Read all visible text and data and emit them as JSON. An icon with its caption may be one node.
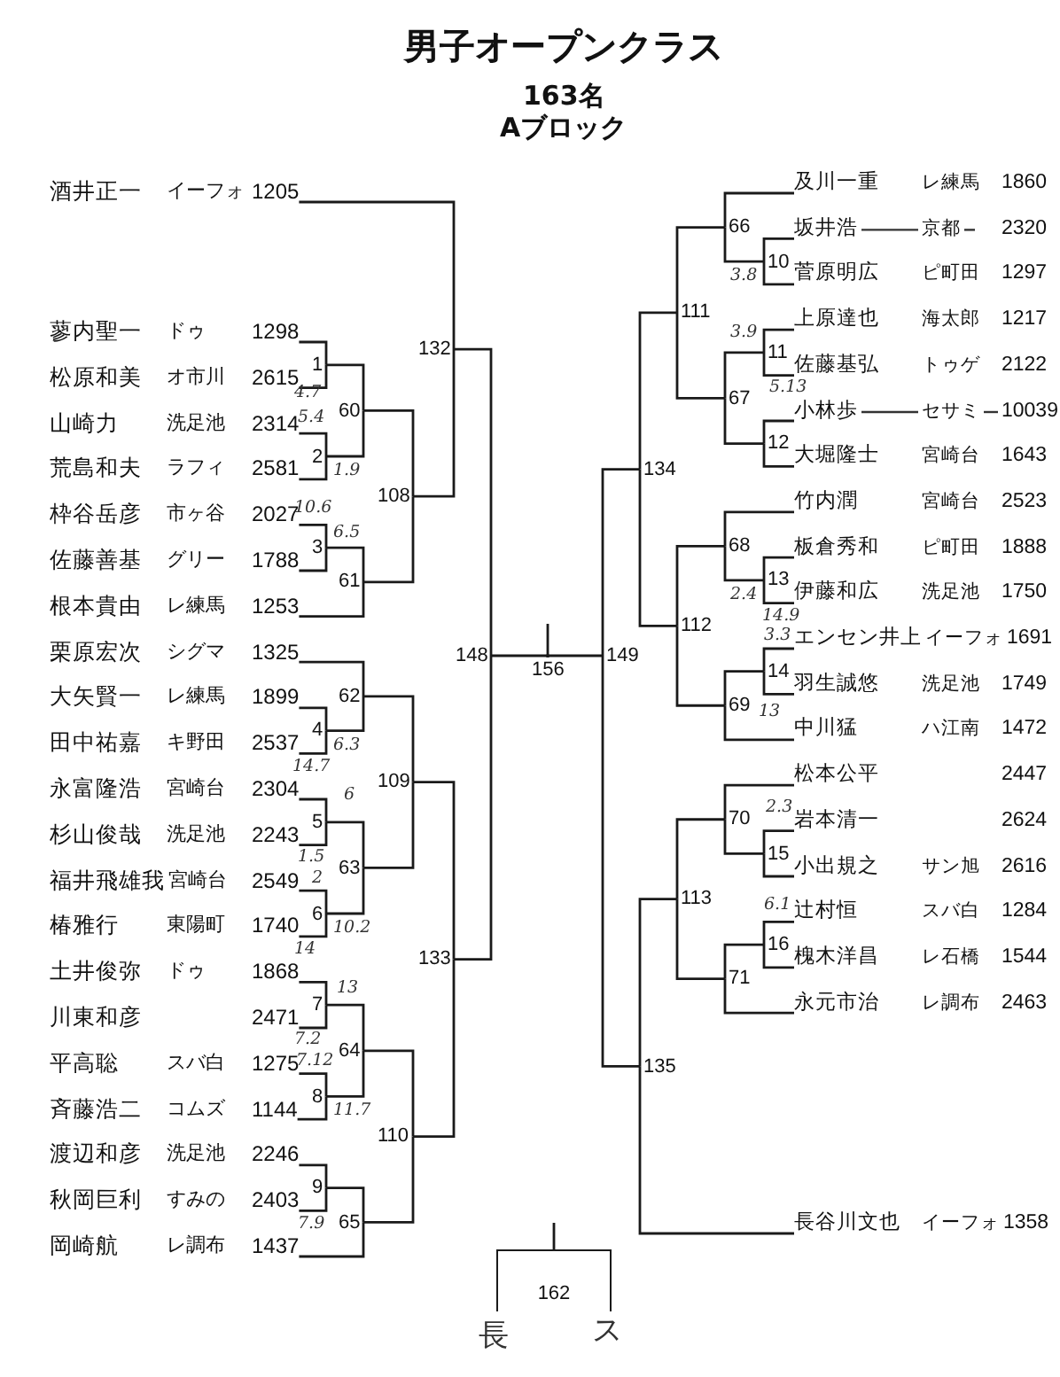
{
  "diagram": {
    "title": "男子オープンクラス",
    "nodes": [
      {
        "text": [
          "酒井正一",
          "イーフォ",
          "1205"
        ]
      },
      {
        "text": [
          "蓼内聖一",
          "ドゥ",
          "1298"
        ]
      },
      {
        "text": [
          "松原和美",
          "オ市川",
          "2615"
        ]
      },
      {
        "text": [
          "山崎力",
          "洗足池",
          "2314"
        ]
      },
      {
        "text": [
          "荒島和夫",
          "ラフィ",
          "2581"
        ]
      },
      {
        "text": [
          "枠谷岳彦",
          "市ヶ谷",
          "2027"
        ]
      },
      {
        "text": [
          "佐藤善基",
          "グリー",
          "1788"
        ]
      },
      {
        "text": [
          "根本貴由",
          "レ練馬",
          "1253"
        ]
      },
      {
        "text": [
          "栗原宏次",
          "シグマ",
          "1325"
        ]
      },
      {
        "text": [
          "大矢賢一",
          "レ練馬",
          "1899"
        ]
      },
      {
        "text": [
          "田中祐嘉",
          "キ野田",
          "2537"
        ]
      },
      {
        "text": [
          "永富隆浩",
          "宮崎台",
          "2304"
        ]
      },
      {
        "text": [
          "杉山俊哉",
          "洗足池",
          "2243"
        ]
      },
      {
        "text": [
          "福井飛雄我",
          "宮崎台",
          "2549"
        ]
      },
      {
        "text": [
          "椿雅行",
          "東陽町",
          "1740"
        ]
      },
      {
        "text": [
          "土井俊弥",
          "ドゥ",
          "1868"
        ]
      },
      {
        "text": [
          "川東和彦",
          "2471"
        ]
      },
      {
        "text": [
          "平高聡",
          "スバ白",
          "1275"
        ]
      },
      {
        "text": [
          "斉藤浩二",
          "コムズ",
          "1144"
        ]
      },
      {
        "text": [
          "渡辺和彦",
          "洗足池",
          "2246"
        ]
      },
      {
        "text": [
          "秋岡巨利",
          "すみの",
          "2403"
        ]
      },
      {
        "text": [
          "岡崎航",
          "レ調布",
          "1437"
        ]
      },
      {
        "text": [
          "及川一重",
          "レ練馬",
          "1860"
        ]
      },
      {
        "text": [
          "坂井浩",
          "京都",
          "2320"
        ]
      },
      {
        "text": [
          "菅原明広",
          "ピ町田",
          "1297"
        ]
      },
      {
        "text": [
          "上原達也",
          "海太郎",
          "1217"
        ]
      },
      {
        "text": [
          "佐藤基弘",
          "トゥゲ",
          "2122"
        ]
      },
      {
        "text": [
          "小林歩",
          "セサミ",
          "10039"
        ]
      },
      {
        "text": [
          "大堀隆士",
          "宮崎台",
          "1643"
        ]
      },
      {
        "text": [
          "竹内潤",
          "宮崎台",
          "2523"
        ]
      },
      {
        "text": [
          "板倉秀和",
          "ピ町田",
          "1888"
        ]
      },
      {
        "text": [
          "伊藤和広",
          "洗足池",
          "1750"
        ]
      },
      {
        "text": [
          "エンセン井上",
          "イーフォ",
          "1691"
        ]
      },
      {
        "text": [
          "羽生誠悠",
          "洗足池",
          "1749"
        ]
      },
      {
        "text": [
          "中川猛",
          "ハ江南",
          "1472"
        ]
      },
      {
        "text": [
          "松本公平",
          "2447"
        ]
      },
      {
        "text": [
          "岩本清一",
          "2624"
        ]
      },
      {
        "text": [
          "小出規之",
          "サン旭",
          "2616"
        ]
      },
      {
        "text": [
          "辻村恒",
          "スバ白",
          "1284"
        ]
      },
      {
        "text": [
          "槐木洋昌",
          "レ石橋",
          "1544"
        ]
      },
      {
        "text": [
          "永元市治",
          "レ調布",
          "2463"
        ]
      },
      {
        "text": [
          "長谷川文也",
          "イーフォ",
          "1358"
        ]
      },
      {
        "text": [
          "1"
        ]
      },
      {
        "text": [
          "2"
        ]
      },
      {
        "text": [
          "3"
        ]
      },
      {
        "text": [
          "4"
        ]
      },
      {
        "text": [
          "5"
        ]
      },
      {
        "text": [
          "6"
        ]
      },
      {
        "text": [
          "7"
        ]
      },
      {
        "text": [
          "8"
        ]
      },
      {
        "text": [
          "9"
        ]
      },
      {
        "text": [
          "10"
        ]
      },
      {
        "text": [
          "11"
        ]
      },
      {
        "text": [
          "12"
        ]
      },
      {
        "text": [
          "13"
        ]
      },
      {
        "text": [
          "14"
        ]
      },
      {
        "text": [
          "15"
        ]
      },
      {
        "text": [
          "16"
        ]
      },
      {
        "text": [
          "60"
        ]
      },
      {
        "text": [
          "61"
        ]
      },
      {
        "text": [
          "62"
        ]
      },
      {
        "text": [
          "63"
        ]
      },
      {
        "text": [
          "64"
        ]
      },
      {
        "text": [
          "65"
        ]
      },
      {
        "text": [
          "66"
        ]
      },
      {
        "text": [
          "67"
        ]
      },
      {
        "text": [
          "68"
        ]
      },
      {
        "text": [
          "69"
        ]
      },
      {
        "text": [
          "70"
        ]
      },
      {
        "text": [
          "71"
        ]
      },
      {
        "text": [
          "108"
        ]
      },
      {
        "text": [
          "109"
        ]
      },
      {
        "text": [
          "110"
        ]
      },
      {
        "text": [
          "111"
        ]
      },
      {
        "text": [
          "112"
        ]
      },
      {
        "text": [
          "113"
        ]
      },
      {
        "text": [
          "132"
        ]
      },
      {
        "text": [
          "133"
        ]
      },
      {
        "text": [
          "134"
        ]
      },
      {
        "text": [
          "135"
        ]
      },
      {
        "text": [
          "148"
        ]
      },
      {
        "text": [
          "149"
        ]
      },
      {
        "text": [
          "156"
        ]
      },
      {
        "text": [
          "162"
        ]
      }
    ],
    "edges": [
      {
        "from": 1,
        "to": 42,
        "arrow": "none"
      },
      {
        "from": 2,
        "to": 42,
        "arrow": "none"
      },
      {
        "from": 3,
        "to": 43,
        "arrow": "none"
      },
      {
        "from": 4,
        "to": 43,
        "arrow": "none"
      },
      {
        "from": 5,
        "to": 44,
        "arrow": "none"
      },
      {
        "from": 6,
        "to": 44,
        "arrow": "none"
      },
      {
        "from": 9,
        "to": 45,
        "arrow": "none"
      },
      {
        "from": 10,
        "to": 45,
        "arrow": "none"
      },
      {
        "from": 11,
        "to": 46,
        "arrow": "none"
      },
      {
        "from": 12,
        "to": 46,
        "arrow": "none"
      },
      {
        "from": 13,
        "to": 47,
        "arrow": "none"
      },
      {
        "from": 14,
        "to": 47,
        "arrow": "none"
      },
      {
        "from": 15,
        "to": 48,
        "arrow": "none"
      },
      {
        "from": 16,
        "to": 48,
        "arrow": "none"
      },
      {
        "from": 17,
        "to": 49,
        "arrow": "none"
      },
      {
        "from": 18,
        "to": 49,
        "arrow": "none"
      },
      {
        "from": 19,
        "to": 50,
        "arrow": "none"
      },
      {
        "from": 20,
        "to": 50,
        "arrow": "none"
      },
      {
        "from": 23,
        "to": 51,
        "arrow": "none"
      },
      {
        "from": 24,
        "to": 51,
        "arrow": "none"
      },
      {
        "from": 25,
        "to": 52,
        "arrow": "none"
      },
      {
        "from": 26,
        "to": 52,
        "arrow": "none"
      },
      {
        "from": 27,
        "to": 53,
        "arrow": "none"
      },
      {
        "from": 28,
        "to": 53,
        "arrow": "none"
      },
      {
        "from": 30,
        "to": 54,
        "arrow": "none"
      },
      {
        "from": 31,
        "to": 54,
        "arrow": "none"
      },
      {
        "from": 32,
        "to": 55,
        "arrow": "none"
      },
      {
        "from": 33,
        "to": 55,
        "arrow": "none"
      },
      {
        "from": 36,
        "to": 56,
        "arrow": "none"
      },
      {
        "from": 37,
        "to": 56,
        "arrow": "none"
      },
      {
        "from": 38,
        "to": 57,
        "arrow": "none"
      },
      {
        "from": 39,
        "to": 57,
        "arrow": "none"
      },
      {
        "from": 42,
        "to": 58,
        "arrow": "none"
      },
      {
        "from": 43,
        "to": 58,
        "arrow": "none"
      },
      {
        "from": 44,
        "to": 59,
        "arrow": "none"
      },
      {
        "from": 7,
        "to": 59,
        "arrow": "none"
      },
      {
        "from": 8,
        "to": 60,
        "arrow": "none"
      },
      {
        "from": 45,
        "to": 60,
        "arrow": "none"
      },
      {
        "from": 46,
        "to": 61,
        "arrow": "none"
      },
      {
        "from": 47,
        "to": 61,
        "arrow": "none"
      },
      {
        "from": 48,
        "to": 62,
        "arrow": "none"
      },
      {
        "from": 49,
        "to": 62,
        "arrow": "none"
      },
      {
        "from": 50,
        "to": 63,
        "arrow": "none"
      },
      {
        "from": 21,
        "to": 63,
        "arrow": "none"
      },
      {
        "from": 22,
        "to": 64,
        "arrow": "none"
      },
      {
        "from": 51,
        "to": 64,
        "arrow": "none"
      },
      {
        "from": 52,
        "to": 65,
        "arrow": "none"
      },
      {
        "from": 53,
        "to": 65,
        "arrow": "none"
      },
      {
        "from": 29,
        "to": 66,
        "arrow": "none"
      },
      {
        "from": 54,
        "to": 66,
        "arrow": "none"
      },
      {
        "from": 55,
        "to": 67,
        "arrow": "none"
      },
      {
        "from": 34,
        "to": 67,
        "arrow": "none"
      },
      {
        "from": 35,
        "to": 68,
        "arrow": "none"
      },
      {
        "from": 56,
        "to": 68,
        "arrow": "none"
      },
      {
        "from": 57,
        "to": 69,
        "arrow": "none"
      },
      {
        "from": 40,
        "to": 69,
        "arrow": "none"
      },
      {
        "from": 58,
        "to": 70,
        "arrow": "none"
      },
      {
        "from": 59,
        "to": 70,
        "arrow": "none"
      },
      {
        "from": 60,
        "to": 71,
        "arrow": "none"
      },
      {
        "from": 61,
        "to": 71,
        "arrow": "none"
      },
      {
        "from": 62,
        "to": 72,
        "arrow": "none"
      },
      {
        "from": 63,
        "to": 72,
        "arrow": "none"
      },
      {
        "from": 64,
        "to": 73,
        "arrow": "none"
      },
      {
        "from": 65,
        "to": 73,
        "arrow": "none"
      },
      {
        "from": 66,
        "to": 74,
        "arrow": "none"
      },
      {
        "from": 67,
        "to": 74,
        "arrow": "none"
      },
      {
        "from": 68,
        "to": 75,
        "arrow": "none"
      },
      {
        "from": 69,
        "to": 75,
        "arrow": "none"
      },
      {
        "from": 0,
        "to": 76,
        "arrow": "none"
      },
      {
        "from": 70,
        "to": 76,
        "arrow": "none"
      },
      {
        "from": 71,
        "to": 77,
        "arrow": "none"
      },
      {
        "from": 72,
        "to": 77,
        "arrow": "none"
      },
      {
        "from": 73,
        "to": 78,
        "arrow": "none"
      },
      {
        "from": 74,
        "to": 78,
        "arrow": "none"
      },
      {
        "from": 75,
        "to": 79,
        "arrow": "none"
      },
      {
        "from": 41,
        "to": 79,
        "arrow": "none"
      },
      {
        "from": 76,
        "to": 80,
        "arrow": "none"
      },
      {
        "from": 77,
        "to": 80,
        "arrow": "none"
      },
      {
        "from": 78,
        "to": 81,
        "arrow": "none"
      },
      {
        "from": 79,
        "to": 81,
        "arrow": "none"
      },
      {
        "from": 80,
        "to": 82,
        "arrow": "none"
      },
      {
        "from": 81,
        "to": 82,
        "arrow": "none"
      }
    ],
    "labels": [
      "163名",
      "Aブロック",
      "4.7",
      "5.4",
      "1.9",
      "10.6",
      "6.5",
      "6.3",
      "14.7",
      "6",
      "1.5",
      "2",
      "10.2",
      "14",
      "13",
      "7.2",
      "7.12",
      "11.7",
      "7.9",
      "3.8",
      "3.9",
      "5.13",
      "2.4",
      "14.9",
      "3.3",
      "13",
      "2.3",
      "6.1",
      "長",
      "ス"
    ]
  }
}
